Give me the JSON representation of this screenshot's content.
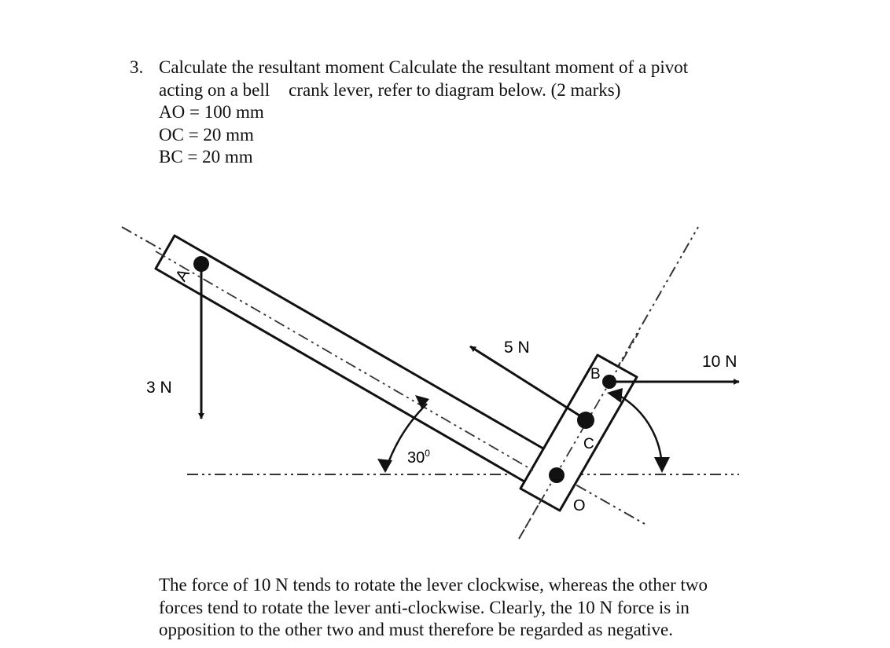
{
  "question": {
    "number": "3.",
    "line1": "Calculate the resultant moment Calculate the resultant moment of a pivot",
    "line2a": "acting on a bell",
    "line2b": "crank lever, refer to diagram below. (2 marks)",
    "givens": [
      "AO = 100 mm",
      "OC = 20 mm",
      "BC = 20 mm"
    ]
  },
  "diagram": {
    "labels": {
      "A": "A",
      "B": "B",
      "C": "C",
      "O": "O",
      "force_3n": "3 N",
      "force_5n": "5 N",
      "force_10n": "10 N",
      "angle": "30",
      "angle_sup": "0"
    }
  },
  "explanation": {
    "lines": [
      "The force of 10 N tends to rotate the lever clockwise, whereas the other two",
      "forces tend to rotate the lever anti-clockwise.  Clearly, the 10 N force is in",
      "opposition to the other two and must therefore be regarded as negative."
    ]
  }
}
